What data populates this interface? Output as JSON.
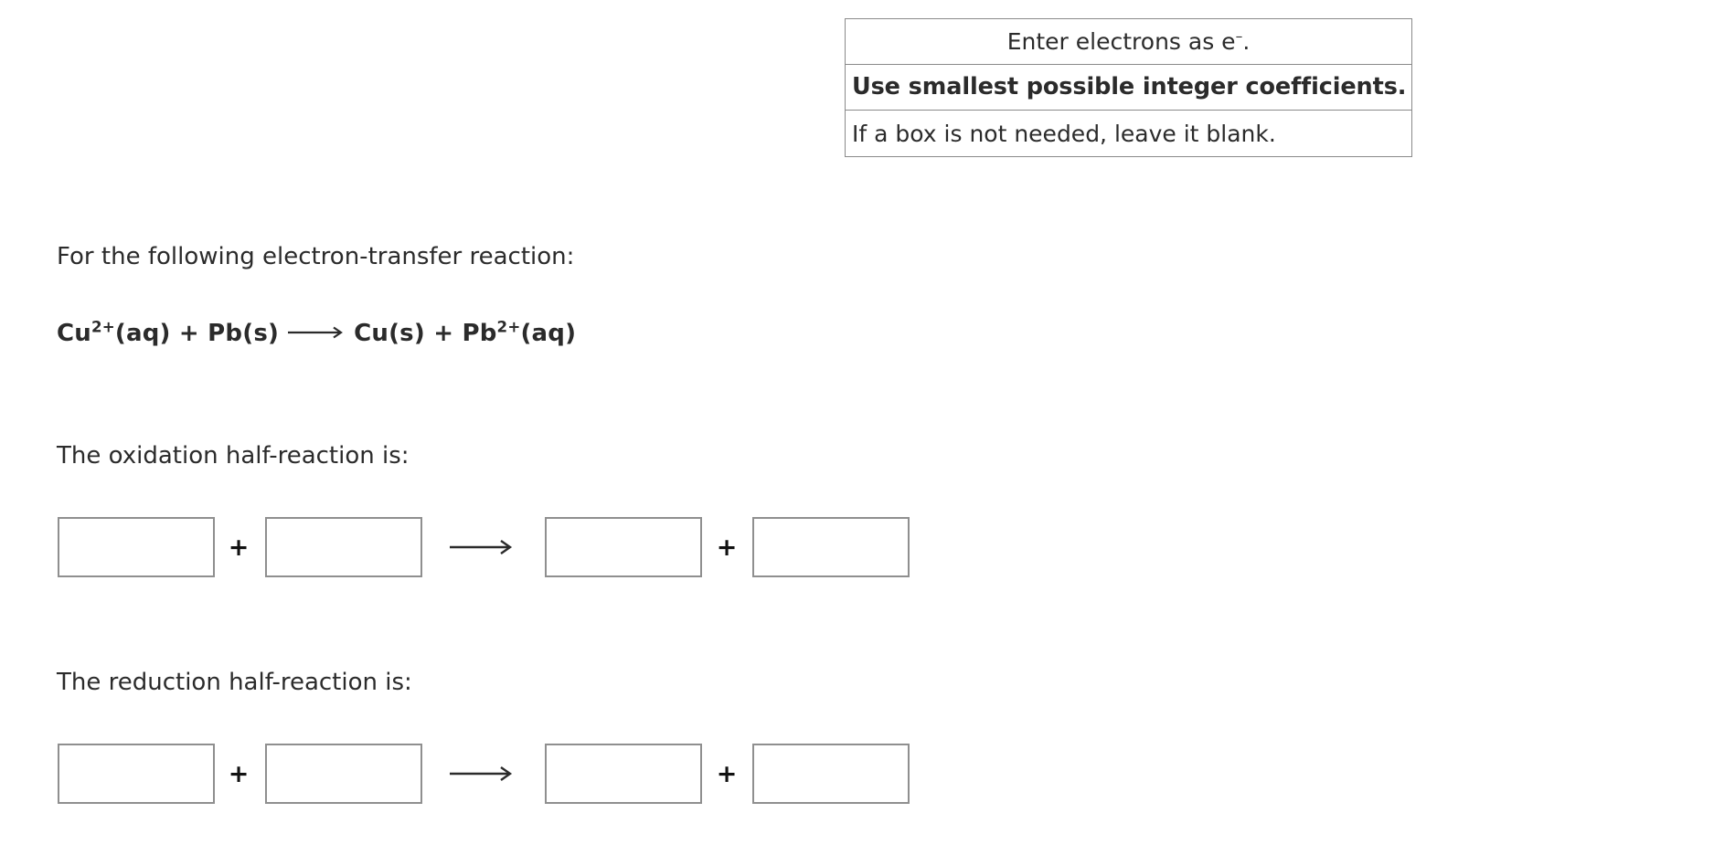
{
  "instructions": {
    "rows": [
      {
        "text_prefix": "Enter electrons as e",
        "superscript": "–",
        "text_suffix": ".",
        "align": "center",
        "bold": false
      },
      {
        "text": "Use smallest possible integer coefficients.",
        "align": "left",
        "bold": true
      },
      {
        "text": "If a box is not needed, leave it blank.",
        "align": "left",
        "bold": false
      }
    ]
  },
  "prompt": {
    "intro": "For the following electron-transfer reaction:",
    "oxidation_label": "The oxidation half-reaction is:",
    "reduction_label": "The reduction half-reaction is:"
  },
  "equation": {
    "reactant_1_symbol": "Cu",
    "reactant_1_charge": "2+",
    "reactant_1_state": "(aq)",
    "plus_1": "+",
    "reactant_2_symbol": "Pb",
    "reactant_2_state": "(s)",
    "arrow": "⟶",
    "product_1_symbol": "Cu",
    "product_1_state": "(s)",
    "plus_2": "+",
    "product_2_symbol": "Pb",
    "product_2_charge": "2+",
    "product_2_state": "(aq)"
  },
  "half_reactions": {
    "operators": {
      "plus": "+",
      "arrow": "⟶"
    },
    "oxidation": {
      "boxes": [
        {
          "value": "",
          "placeholder": ""
        },
        {
          "value": "",
          "placeholder": ""
        },
        {
          "value": "",
          "placeholder": ""
        },
        {
          "value": "",
          "placeholder": ""
        }
      ]
    },
    "reduction": {
      "boxes": [
        {
          "value": "",
          "placeholder": ""
        },
        {
          "value": "",
          "placeholder": ""
        },
        {
          "value": "",
          "placeholder": ""
        },
        {
          "value": "",
          "placeholder": ""
        }
      ]
    }
  },
  "colors": {
    "background": "#ffffff",
    "text": "#2b2b2b",
    "border": "#8a8a8a",
    "box_border": "#8f8f8f",
    "operator": "#111111"
  }
}
